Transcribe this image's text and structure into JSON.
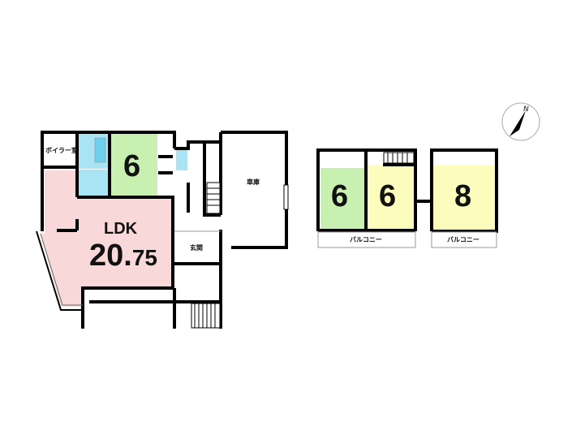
{
  "floor1": {
    "boiler_room": "ボイラー室",
    "japanese_room_size": "6",
    "ldk_label": "LDK",
    "ldk_size_main": "20.",
    "ldk_size_decimal": "75",
    "garage": "車庫",
    "entrance": "玄関"
  },
  "floor2": {
    "room1_size": "6",
    "room2_size": "6",
    "room3_size": "8",
    "balcony_left": "バルコニー",
    "balcony_right": "バルコニー"
  },
  "compass": {
    "label": "N"
  },
  "colors": {
    "tatami": "#c8f0b0",
    "ldk": "#f8d8d8",
    "bath": "#a8e4f4",
    "western": "#fcfcbc",
    "wall": "#000000"
  }
}
